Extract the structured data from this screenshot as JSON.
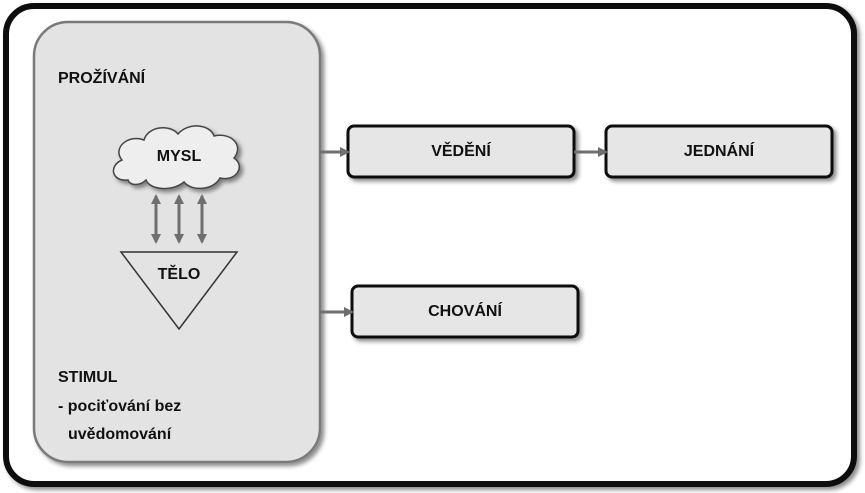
{
  "panel": {
    "title": "PROŽÍVÁNÍ",
    "mind": "MYSL",
    "body": "TĚLO",
    "stimulus_title": "STIMUL",
    "stimulus_line1": "- pociťování bez",
    "stimulus_line2": "uvědomování"
  },
  "boxes": {
    "knowledge": "VĚDĚNÍ",
    "action": "JEDNÁNÍ",
    "behaviour": "CHOVÁNÍ"
  },
  "colors": {
    "frame_stroke": "#111111",
    "panel_fill": "#e3e3e3",
    "panel_stroke": "#7a7a7a",
    "box_fill": "#e6e6e6",
    "box_stroke": "#111111",
    "arrow": "#6f6f6f"
  }
}
